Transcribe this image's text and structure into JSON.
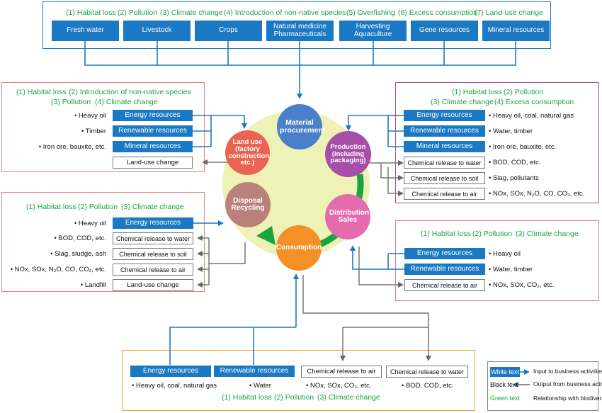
{
  "top": {
    "relationships": [
      "(1) Habitat loss",
      "(2) Pollution",
      "(3) Climate change",
      "(4) Introduction of non-native species",
      "(5) Overfishing",
      "(6) Excess consumption",
      "(7) Land-use change"
    ],
    "resources": [
      "Fresh water",
      "Livestock",
      "Crops",
      "Natural medicine Pharmaceuticals",
      "Harvesting Aquaculture",
      "Gene resources",
      "Mineral resources"
    ]
  },
  "cycle": {
    "material": "Material procurement",
    "production": "Production (including packaging)",
    "distribution": "Distribution Sales",
    "consumption": "Consumption",
    "disposal": "Disposal Recycling",
    "landuse": "Land use (factory construction, etc.)"
  },
  "land_use": {
    "relationships": [
      "(1) Habitat loss",
      "(2) Introduction of non-native species",
      "(3) Pollution",
      "(4) Climate change"
    ],
    "inputs": [
      {
        "label": "Energy resources",
        "detail": "• Heavy oil"
      },
      {
        "label": "Renewable resources",
        "detail": "• Timber"
      },
      {
        "label": "Mineral resources",
        "detail": "• Iron ore, bauxite, etc."
      }
    ],
    "outputs": [
      {
        "label": "Land-use change"
      }
    ]
  },
  "production": {
    "relationships": [
      "(1) Habitat loss",
      "(2) Pollution",
      "(3) Climate change",
      "(4) Excess consumption"
    ],
    "inputs": [
      {
        "label": "Energy resources",
        "detail": "• Heavy oil, coal, natural gas"
      },
      {
        "label": "Renewable resources",
        "detail": "• Water, timber"
      },
      {
        "label": "Mineral resources",
        "detail": "• Iron ore, bauxite, etc."
      }
    ],
    "outputs": [
      {
        "label": "Chemical release to water",
        "detail": "• BOD, COD, etc."
      },
      {
        "label": "Chemical release to soil",
        "detail": "• Slag, pollutants"
      },
      {
        "label": "Chemical release to air",
        "detail": "• NOx, SOx, N₂O, CO, CO₂, etc."
      }
    ]
  },
  "disposal": {
    "relationships": [
      "(1) Habitat loss",
      "(2) Pollution",
      "(3) Climate change"
    ],
    "inputs": [
      {
        "label": "Energy resources",
        "detail": "• Heavy oil"
      }
    ],
    "outputs": [
      {
        "label": "Chemical release to water",
        "detail": "• BOD, COD, etc."
      },
      {
        "label": "Chemical release to soil",
        "detail": "• Slag, sludge, ash"
      },
      {
        "label": "Chemical release to air",
        "detail": "• NOx, SOx, N₂O, CO, CO₂, etc."
      },
      {
        "label": "Land-use change",
        "detail": "• Landfill"
      }
    ]
  },
  "distribution": {
    "relationships": [
      "(1) Habitat loss",
      "(2) Pollution",
      "(3) Climate change"
    ],
    "inputs": [
      {
        "label": "Energy resources",
        "detail": "• Heavy oil"
      },
      {
        "label": "Renewable resources",
        "detail": "• Water, timber"
      }
    ],
    "outputs": [
      {
        "label": "Chemical release to air",
        "detail": "• NOx, SOx, CO₂, etc."
      }
    ]
  },
  "consumption": {
    "relationships": [
      "(1) Habitat loss",
      "(2) Pollution",
      "(3) Climate change"
    ],
    "inputs": [
      {
        "label": "Energy resources",
        "detail": "• Heavy oil, coal, natural gas"
      },
      {
        "label": "Renewable resources",
        "detail": "• Water"
      }
    ],
    "outputs": [
      {
        "label": "Chemical release to air",
        "detail": "• NOx, SOx, CO₂, etc."
      },
      {
        "label": "Chemical release to water",
        "detail": "• BOD, COD, etc."
      }
    ]
  },
  "legend": {
    "white_text": "White text",
    "white_desc": "Input to business activities",
    "black_text": "Black text",
    "black_desc": "Output from business activities",
    "green_text": "Green text",
    "green_desc": "Relationship with biodiversity"
  },
  "colors": {
    "input_blue": "#1a79c2",
    "relationship_green": "#1aa541",
    "material": "#4a7fc9",
    "production": "#a74ea9",
    "distribution": "#e46cae",
    "consumption": "#f39027",
    "disposal": "#b9817a",
    "landuse": "#e96452",
    "cycle_fill": "#eef2b6",
    "cycle_arrow": "#1aa541"
  }
}
